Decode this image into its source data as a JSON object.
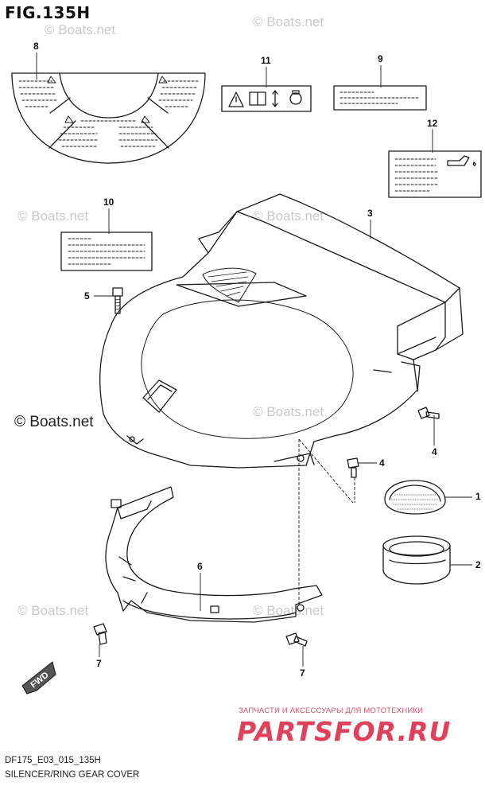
{
  "figure": {
    "title": "FIG.135H"
  },
  "callouts": [
    {
      "id": "8",
      "label": "8"
    },
    {
      "id": "11",
      "label": "11"
    },
    {
      "id": "9",
      "label": "9"
    },
    {
      "id": "12",
      "label": "12"
    },
    {
      "id": "10",
      "label": "10"
    },
    {
      "id": "3",
      "label": "3"
    },
    {
      "id": "5",
      "label": "5"
    },
    {
      "id": "4a",
      "label": "4"
    },
    {
      "id": "4b",
      "label": "4"
    },
    {
      "id": "1",
      "label": "1"
    },
    {
      "id": "2",
      "label": "2"
    },
    {
      "id": "6",
      "label": "6"
    },
    {
      "id": "7a",
      "label": "7"
    },
    {
      "id": "7b",
      "label": "7"
    }
  ],
  "watermarks": {
    "small": "© Boats.net",
    "main": "© Boats.net"
  },
  "fwd": {
    "label": "FWD"
  },
  "partsfor": {
    "tagline": "ЗАПЧАСТИ И АКСЕССУАРЫ ДЛЯ МОТОТЕХНИКИ",
    "logo": "PARTSFOR.RU"
  },
  "footer": {
    "model_code": "DF175_E03_015_135H",
    "caption": "SILENCER/RING GEAR COVER"
  },
  "colors": {
    "line": "#1a1a1a",
    "watermark": "#c9c9c9",
    "logo": "#e0405a"
  }
}
